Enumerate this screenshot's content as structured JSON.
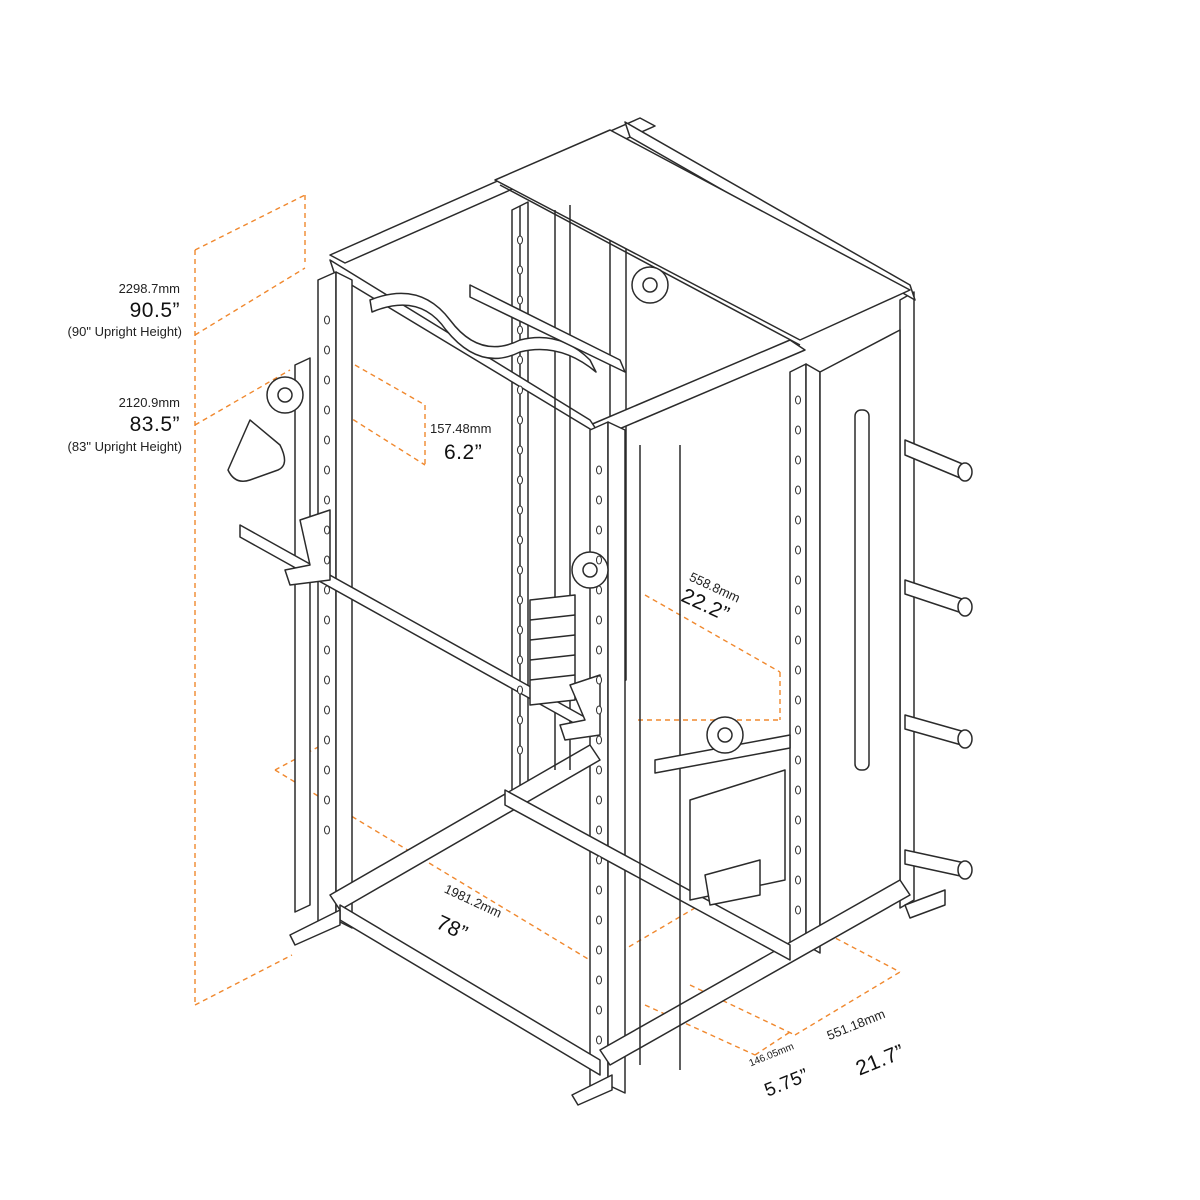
{
  "dimensions": {
    "upright_90": {
      "mm": "2298.7mm",
      "in": "90.5”",
      "note": "(90\" Upright Height)"
    },
    "upright_83": {
      "mm": "2120.9mm",
      "in": "83.5”",
      "note": "(83\" Upright Height)"
    },
    "hole_spacing": {
      "mm": "157.48mm",
      "in": "6.2”"
    },
    "inner_width": {
      "mm": "558.8mm",
      "in": "22.2”"
    },
    "depth": {
      "mm": "1981.2mm",
      "in": "78”"
    },
    "footplate": {
      "mm": "146.05mm",
      "in": "5.75”"
    },
    "storage_depth": {
      "mm": "551.18mm",
      "in": "21.7”"
    }
  },
  "colors": {
    "dimension_line": "#f0882e",
    "frame_stroke": "#2b2b2b",
    "frame_fill": "#ffffff"
  }
}
